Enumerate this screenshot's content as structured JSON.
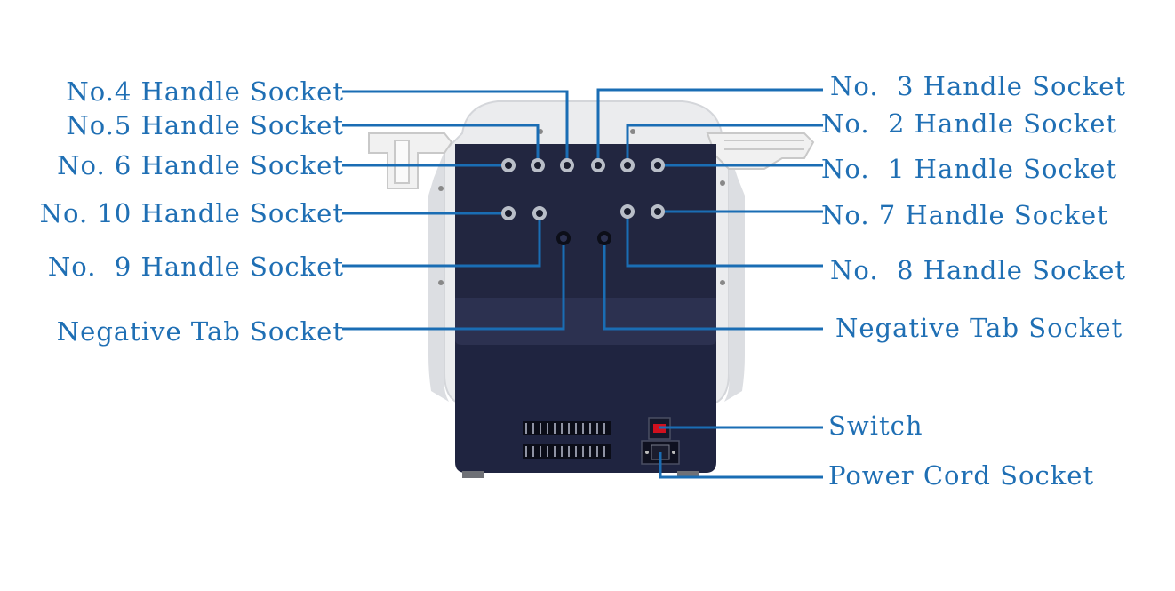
{
  "colors": {
    "label": "#1f6fb4",
    "leader": "#1a6db4",
    "panel_dark": "#222640",
    "panel_mid": "#2a2e4a",
    "chassis": "#e9eaec",
    "socket_ring": "#b9bec8"
  },
  "device": {
    "name": "machine-rear-panel",
    "icons": [
      "socket-icon",
      "power-switch-icon",
      "power-inlet-icon",
      "vent-grille-icon",
      "handle-rack-icon"
    ]
  },
  "labels": {
    "handle4": "No.4 Handle Socket",
    "handle5": "No.5 Handle Socket",
    "handle6": "No. 6 Handle Socket",
    "handle10": "No. 10 Handle Socket",
    "handle9": "No.  9 Handle Socket",
    "neg_left": "Negative Tab Socket",
    "handle3": "No.  3 Handle Socket",
    "handle2": "No.  2 Handle Socket",
    "handle1": "No.  1 Handle Socket",
    "handle7": "No. 7 Handle Socket",
    "handle8": "No.  8 Handle Socket",
    "neg_right": "Negative Tab Socket",
    "switch": "Switch",
    "power": "Power Cord Socket"
  }
}
